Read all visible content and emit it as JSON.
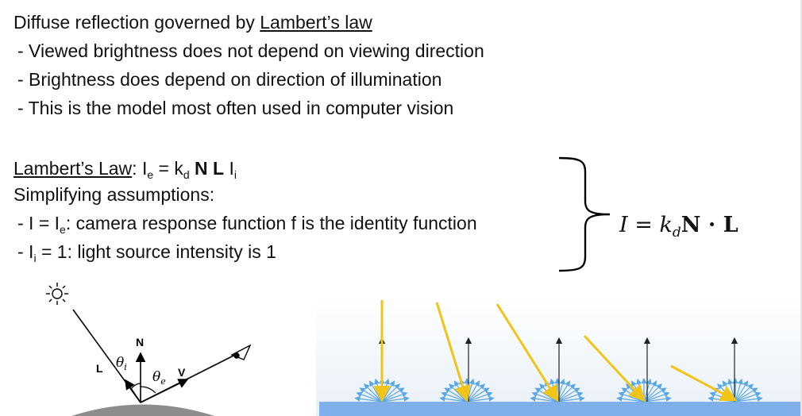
{
  "bullets": {
    "intro_prefix": "Diffuse reflection governed by ",
    "intro_link": "Lambert’s law",
    "b1": "- Viewed brightness does not depend on viewing direction",
    "b2": "- Brightness does depend on direction of illumination",
    "b3": "- This is the model most often used in computer vision"
  },
  "law": {
    "label": "Lambert’s Law",
    "colon": ":  ",
    "I": "I",
    "e": "e",
    "eq": " = k",
    "d": "d",
    "N": " N",
    "L": " L",
    "Ii": " I",
    "i": "i"
  },
  "assumptions": {
    "title": "Simplifying assumptions:",
    "a1_prefix": "- I = I",
    "a1_sub": "e",
    "a1_rest": ": camera response function f is the identity function",
    "a2_prefix": "- I",
    "a2_sub": "i",
    "a2_rest": " = 1: light source intensity is 1"
  },
  "formula": {
    "lhs": "I",
    "eq": " = ",
    "k": "k",
    "d": "d",
    "rhs": "N · L"
  },
  "diagram": {
    "normal_label": "N",
    "light_label": "L",
    "view_label": "V",
    "theta_i": "θ",
    "theta_i_sub": "i",
    "theta_e": "θ",
    "theta_e_sub": "e",
    "icons": [
      "sun-icon",
      "eye-icon"
    ]
  },
  "colors": {
    "ray_yellow": "#f0c419",
    "scatter_blue": "#5aa7e8",
    "surface_blue": "#7fb0ec",
    "background_gradient": "#eef4f9"
  }
}
